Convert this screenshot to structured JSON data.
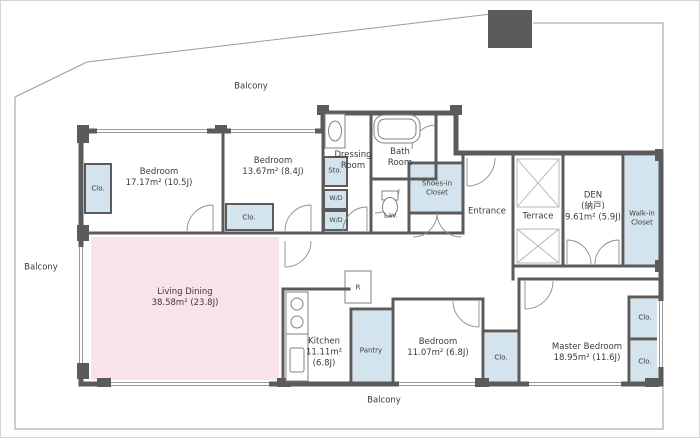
{
  "meta": {
    "type": "apartment-floor-plan"
  },
  "colors": {
    "wall": "#5b5b5b",
    "line": "#9b9b9b",
    "closet_fill": "#d3e4ee",
    "living_fill": "#f9e2e8",
    "text": "#3a3a3a"
  },
  "balcony": {
    "top": "Balcony",
    "left": "Balcony",
    "bottom": "Balcony"
  },
  "rooms": {
    "bedroom_nw": {
      "label": "Bedroom\n17.17m² (10.5J)"
    },
    "bedroom_n": {
      "label": "Bedroom\n13.67m² (8.4J)"
    },
    "dressing_room": {
      "label": "Dressing\nRoom"
    },
    "bath_room": {
      "label": "Bath\nRoom"
    },
    "storage": {
      "label": "Sto."
    },
    "washer_dryer": {
      "label": "W/D"
    },
    "lavatory": {
      "label": "Lav."
    },
    "shoes_in_closet": {
      "label": "Shoes-in\nCloset"
    },
    "entrance": {
      "label": "Entrance"
    },
    "terrace": {
      "label": "Terrace"
    },
    "den": {
      "label": "DEN\n(納戸)\n9.61m² (5.9J)"
    },
    "walk_in_closet": {
      "label": "Walk-in\nCloset"
    },
    "living_dining": {
      "label": "Living Dining\n38.58m² (23.8J)"
    },
    "kitchen": {
      "label": "Kitchen\n11.11m²\n(6.8J)"
    },
    "pantry": {
      "label": "Pantry"
    },
    "refrigerator": {
      "label": "R"
    },
    "bedroom_s": {
      "label": "Bedroom\n11.07m² (6.8J)"
    },
    "master_bedroom": {
      "label": "Master Bedroom\n18.95m² (11.6J)"
    },
    "closet": {
      "label": "Clo."
    }
  }
}
